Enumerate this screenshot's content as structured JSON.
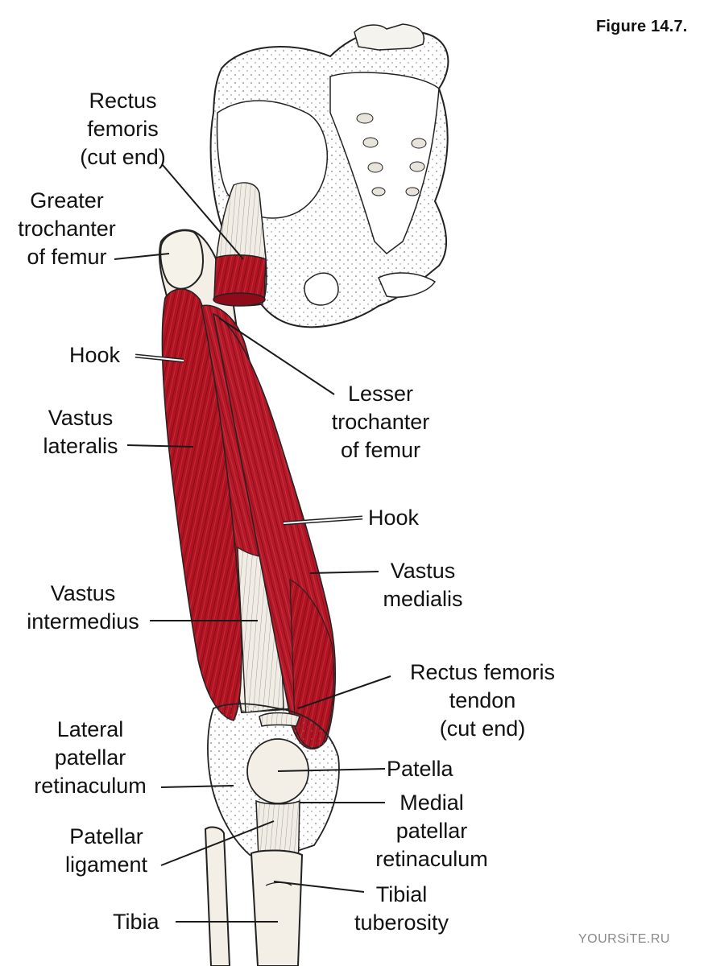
{
  "figure": {
    "title": "Figure 14.7.",
    "watermark": "YOURSiTE.RU"
  },
  "colors": {
    "muscle": "#b01423",
    "muscle_dark": "#7c0a16",
    "bone": "#f3efe6",
    "line": "#1a1a1a"
  },
  "labels": {
    "rectus_femoris_cut": [
      "Rectus",
      "femoris",
      "(cut end)"
    ],
    "greater_trochanter": [
      "Greater",
      "trochanter",
      "of femur"
    ],
    "hook_upper": [
      "Hook"
    ],
    "lesser_trochanter": [
      "Lesser",
      "trochanter",
      "of femur"
    ],
    "vastus_lateralis": [
      "Vastus",
      "lateralis"
    ],
    "hook_lower": [
      "Hook"
    ],
    "vastus_medialis": [
      "Vastus",
      "medialis"
    ],
    "vastus_intermedius": [
      "Vastus",
      "intermedius"
    ],
    "rectus_femoris_tendon": [
      "Rectus femoris",
      "tendon",
      "(cut end)"
    ],
    "lateral_patellar_retinaculum": [
      "Lateral",
      "patellar",
      "retinaculum"
    ],
    "patella": [
      "Patella"
    ],
    "medial_patellar_retinaculum": [
      "Medial",
      "patellar",
      "retinaculum"
    ],
    "patellar_ligament": [
      "Patellar",
      "ligament"
    ],
    "tibial_tuberosity": [
      "Tibial",
      "tuberosity"
    ],
    "tibia": [
      "Tibia"
    ]
  }
}
